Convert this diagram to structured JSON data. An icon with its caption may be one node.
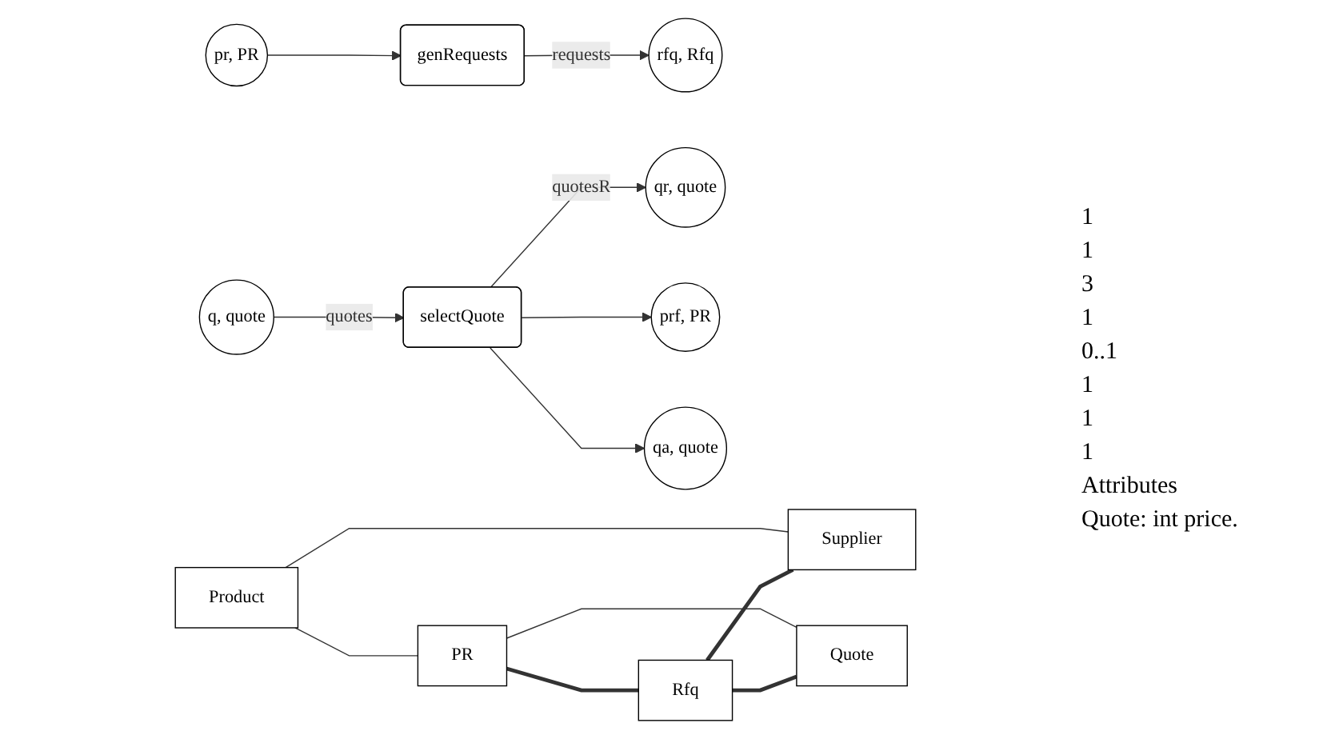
{
  "diagram": {
    "nodes": [
      {
        "text": [
          "pr, PR"
        ]
      },
      {
        "text": [
          "genRequests"
        ]
      },
      {
        "text": [
          "rfq, Rfq"
        ]
      },
      {
        "text": [
          "qr, quote"
        ]
      },
      {
        "text": [
          "prf, PR"
        ]
      },
      {
        "text": [
          "selectQuote"
        ]
      },
      {
        "text": [
          "q, quote"
        ]
      },
      {
        "text": [
          "qa, quote"
        ]
      },
      {
        "text": [
          "Product"
        ]
      },
      {
        "text": [
          "PR"
        ]
      },
      {
        "text": [
          "Rfq"
        ]
      },
      {
        "text": [
          "Supplier"
        ]
      },
      {
        "text": [
          "Quote"
        ]
      }
    ],
    "edges": [
      {
        "from": 0,
        "to": 1,
        "arrow": "to"
      },
      {
        "from": 1,
        "to": 2,
        "arrow": "to",
        "label": "requests"
      },
      {
        "from": 5,
        "to": 3,
        "arrow": "to",
        "label": "quotesR"
      },
      {
        "from": 6,
        "to": 5,
        "arrow": "to",
        "label": "quotes"
      },
      {
        "from": 5,
        "to": 4,
        "arrow": "to"
      },
      {
        "from": 5,
        "to": 7,
        "arrow": "to"
      },
      {
        "from": 8,
        "to": 9,
        "arrow": "none"
      },
      {
        "from": 9,
        "to": 10,
        "arrow": "none",
        "style": "thick"
      },
      {
        "from": 10,
        "to": 11,
        "arrow": "none",
        "style": "thick"
      },
      {
        "from": 8,
        "to": 11,
        "arrow": "none"
      },
      {
        "from": 10,
        "to": 12,
        "arrow": "none",
        "style": "thick"
      },
      {
        "from": 9,
        "to": 12,
        "arrow": "none"
      }
    ],
    "labels": [
      "1",
      "1",
      "3",
      "1",
      "0..1",
      "1",
      "1",
      "1",
      "Attributes",
      "Quote: int price."
    ]
  }
}
